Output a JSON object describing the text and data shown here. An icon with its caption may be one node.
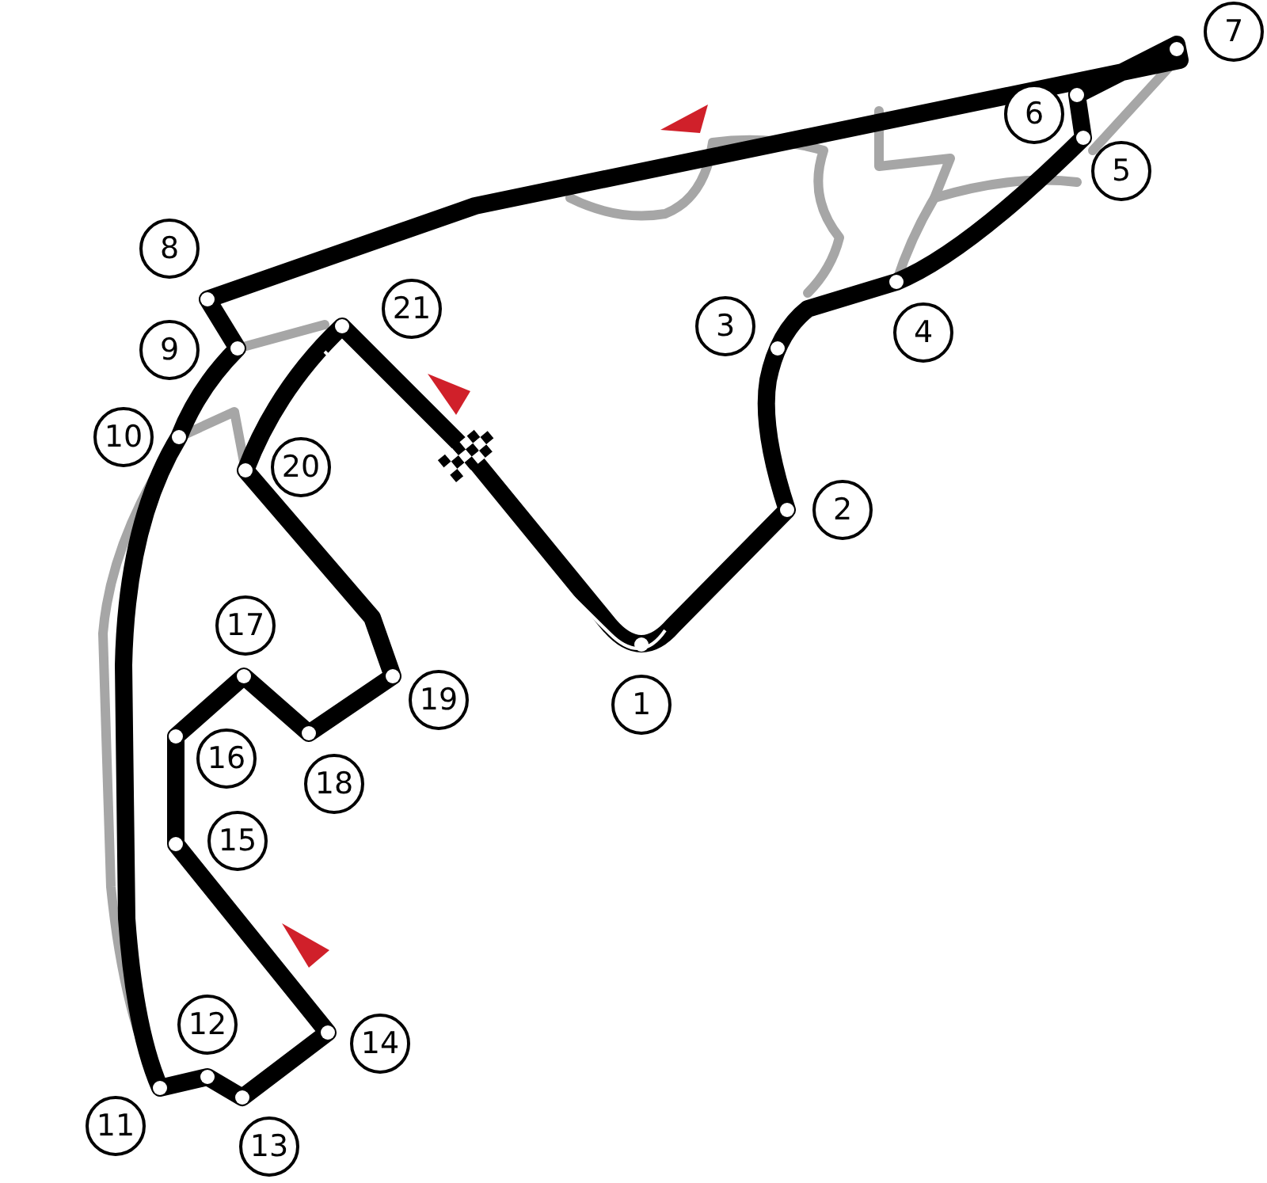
{
  "diagram": {
    "labels": [
      "7",
      "6",
      "5",
      "8",
      "21",
      "3",
      "9",
      "4",
      "10",
      "20",
      "2",
      "17",
      "1",
      "19",
      "16",
      "18",
      "15",
      "14",
      "12",
      "11",
      "13"
    ]
  }
}
